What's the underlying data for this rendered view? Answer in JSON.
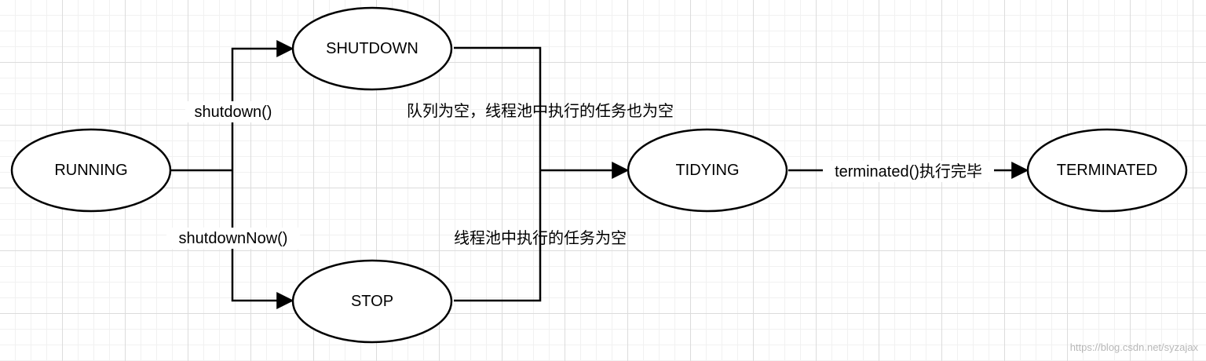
{
  "diagram": {
    "states": {
      "running": "RUNNING",
      "shutdown": "SHUTDOWN",
      "stop": "STOP",
      "tidying": "TIDYING",
      "terminated": "TERMINATED"
    },
    "transitions": {
      "shutdown_call": "shutdown()",
      "shutdown_now_call": "shutdownNow()",
      "from_shutdown": "队列为空，线程池中执行的任务也为空",
      "from_stop": "线程池中执行的任务为空",
      "terminated_done": "terminated()执行完毕"
    },
    "colors": {
      "stroke": "#000000",
      "node_fill": "#ffffff",
      "grid_major": "#dcdcdc",
      "grid_minor": "#f1f1f1",
      "watermark": "#b8b8b8"
    }
  },
  "watermark": "https://blog.csdn.net/syzajax"
}
